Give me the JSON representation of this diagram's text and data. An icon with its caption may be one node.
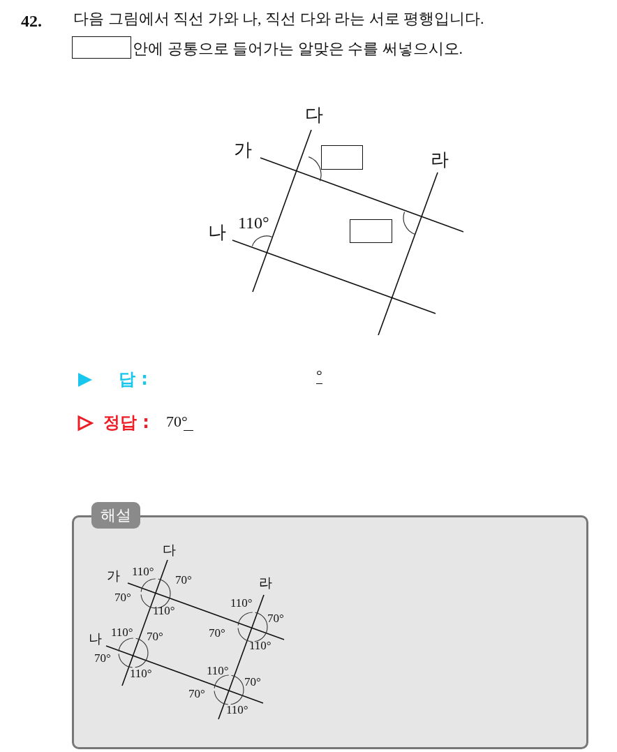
{
  "diagram": {
    "nodes": [
      {
        "text": [],
        "shape": "box"
      },
      {
        "text": [],
        "shape": "box"
      },
      {
        "text": [],
        "shape": "box"
      },
      {
        "text": [
          "해설"
        ]
      }
    ],
    "labels": [
      "42.",
      "다음 그림에서 직선 가와 나, 직선 다와 라는 서로 평행입니다.",
      "안에 공통으로 들어가는 알맞은 수를 써넣으시오.",
      "다",
      "가",
      "라",
      "110°",
      "나",
      "답 :",
      "°",
      "정답 :",
      "70°",
      "다",
      "가",
      "110°",
      "70°",
      "70°",
      "110°",
      "라",
      "110°",
      "70°",
      "70°",
      "110°",
      "나",
      "110°",
      "70°",
      "70°",
      "110°",
      "110°",
      "70°",
      "70°",
      "110°"
    ]
  }
}
